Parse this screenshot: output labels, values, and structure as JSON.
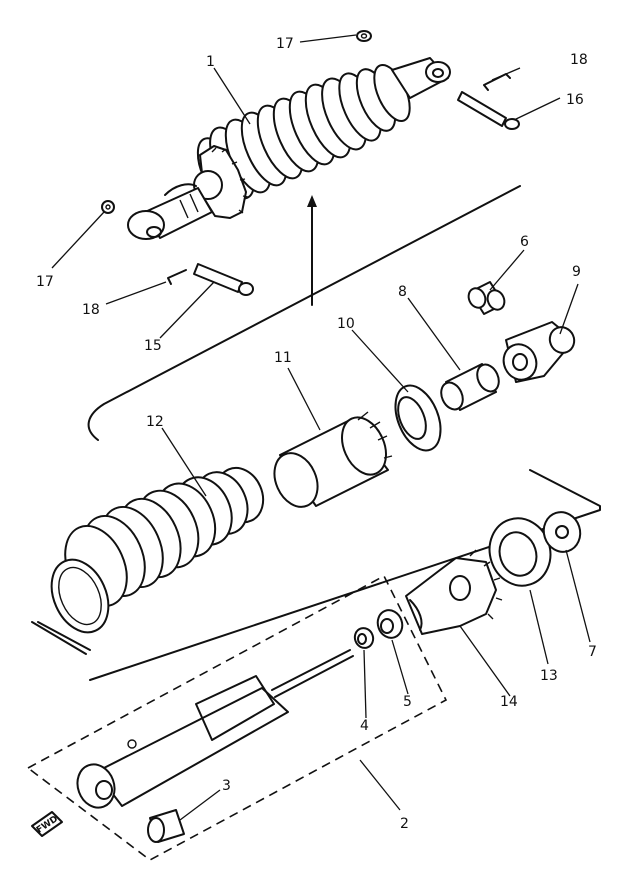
{
  "callouts": [
    {
      "key": "c1",
      "label": "1"
    },
    {
      "key": "c2",
      "label": "2"
    },
    {
      "key": "c3",
      "label": "3"
    },
    {
      "key": "c4",
      "label": "4"
    },
    {
      "key": "c5",
      "label": "5"
    },
    {
      "key": "c6",
      "label": "6"
    },
    {
      "key": "c7",
      "label": "7"
    },
    {
      "key": "c8",
      "label": "8"
    },
    {
      "key": "c9",
      "label": "9"
    },
    {
      "key": "c10",
      "label": "10"
    },
    {
      "key": "c11",
      "label": "11"
    },
    {
      "key": "c12",
      "label": "12"
    },
    {
      "key": "c13",
      "label": "13"
    },
    {
      "key": "c14",
      "label": "14"
    },
    {
      "key": "c15",
      "label": "15"
    },
    {
      "key": "c16",
      "label": "16"
    },
    {
      "key": "c17a",
      "label": "17"
    },
    {
      "key": "c17b",
      "label": "17"
    },
    {
      "key": "c18a",
      "label": "18"
    },
    {
      "key": "c18b",
      "label": "18"
    }
  ],
  "direction_tag": "FWD"
}
